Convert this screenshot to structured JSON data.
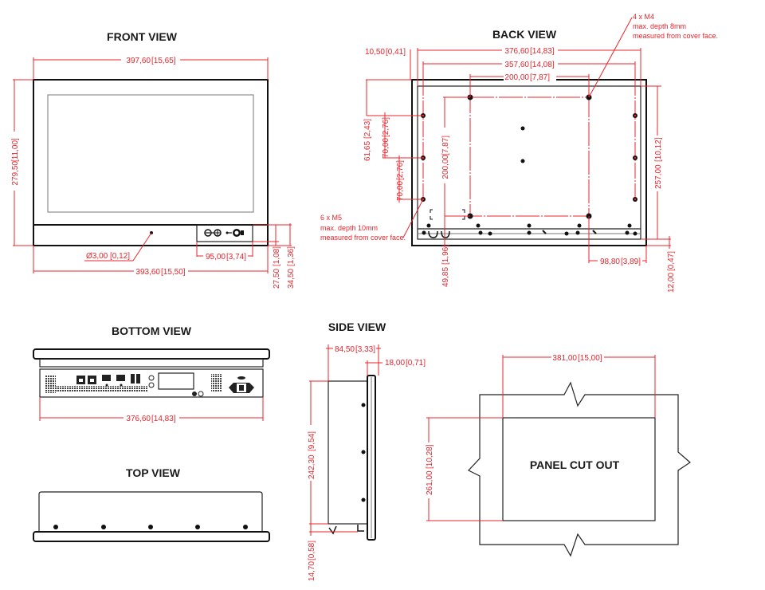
{
  "colors": {
    "dimension": "#e8242c",
    "outline": "#111111",
    "title": "#1a1a1a"
  },
  "views": {
    "front": {
      "title": "FRONT VIEW",
      "width": "397,60",
      "width_in": "[15,65]",
      "height": "279,50",
      "height_in": "[11,00]",
      "hole": "Ø3,00",
      "hole_in": "[0,12]",
      "panel_width": "95,00",
      "panel_width_in": "[3,74]",
      "bottom_width": "393,60",
      "bottom_width_in": "[15,50]",
      "strip_h1": "27,50",
      "strip_h1_in": "[1,08]",
      "strip_h2": "34,50",
      "strip_h2_in": "[1,36]"
    },
    "back": {
      "title": "BACK VIEW",
      "offset": "10,50",
      "offset_in": "[0,41]",
      "w1": "376,60",
      "w1_in": "[14,83]",
      "w2": "357,60",
      "w2_in": "[14,08]",
      "vesa_w": "200,00",
      "vesa_w_in": "[7,87]",
      "vesa_h": "200,00",
      "vesa_h_in": "[7,87]",
      "top_off": "61,65",
      "top_off_in": "[2,43]",
      "pitch1": "70,00",
      "pitch1_in": "[2,76]",
      "pitch2": "70,00",
      "pitch2_in": "[2,76]",
      "bottom_off": "49,85",
      "bottom_off_in": "[1,96]",
      "right_off": "98,80",
      "right_off_in": "[3,89]",
      "height": "257,00",
      "height_in": "[10,12]",
      "frame": "12,00",
      "frame_in": "[0,47]",
      "note_m4": [
        "4 x M4",
        "max. depth 8mm",
        "measured from cover face."
      ],
      "note_m5": [
        "6 x M5",
        "max. depth 10mm",
        "measured from cover face."
      ]
    },
    "bottom": {
      "title": "BOTTOM VIEW",
      "width": "376,60",
      "width_in": "[14,83]"
    },
    "side": {
      "title": "SIDE VIEW",
      "depth": "84,50",
      "depth_in": "[3,33]",
      "bezel": "18,00",
      "bezel_in": "[0,71]",
      "height": "242,30",
      "height_in": "[9,54]",
      "foot": "14,70",
      "foot_in": "[0,58]"
    },
    "top": {
      "title": "TOP VIEW"
    },
    "cutout": {
      "title": "PANEL CUT OUT",
      "width": "381,00",
      "width_in": "[15,00]",
      "height": "261,00",
      "height_in": "[10,28]"
    }
  }
}
